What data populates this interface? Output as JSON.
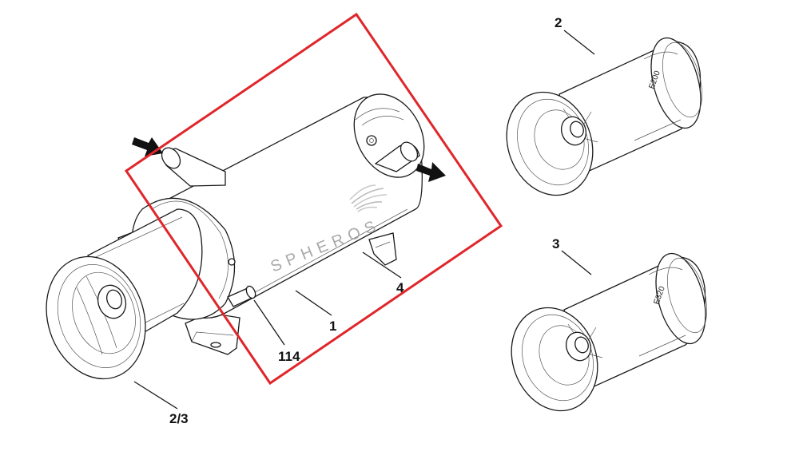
{
  "brand_mark": "SPHEROS",
  "callouts": {
    "main_body": "1",
    "muffler_a": "2",
    "muffler_b": "3",
    "muffler_alt": "2/3",
    "mount": "4",
    "bolt": "114"
  },
  "model_labels": {
    "muffler_a": "E200",
    "muffler_b": "E320"
  },
  "colors": {
    "highlight": "#e0262a",
    "line": "#1a1a1a",
    "arrow": "#111111"
  },
  "icons": {
    "inflow": "arrow-right-icon",
    "outflow": "arrow-right-icon",
    "brand_logo": "spheros-logo-icon"
  }
}
